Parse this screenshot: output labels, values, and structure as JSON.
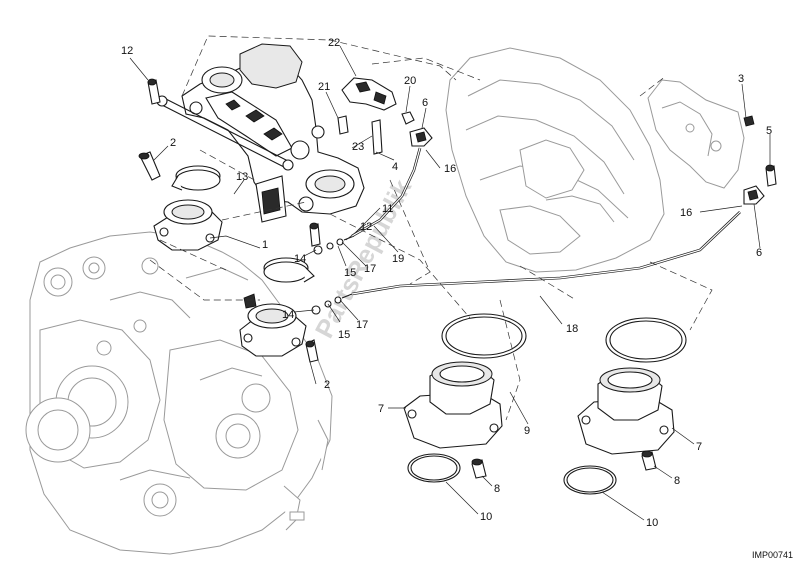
{
  "diagram_code": "IMP00741",
  "watermark": "PartsRepublik",
  "callouts": {
    "c1": "1",
    "c2a": "2",
    "c2b": "2",
    "c3": "3",
    "c4": "4",
    "c5": "5",
    "c6a": "6",
    "c6b": "6",
    "c7a": "7",
    "c7b": "7",
    "c8a": "8",
    "c8b": "8",
    "c9": "9",
    "c10a": "10",
    "c10b": "10",
    "c11": "11",
    "c12a": "12",
    "c12b": "12",
    "c13": "13",
    "c14a": "14",
    "c14b": "14",
    "c15a": "15",
    "c15b": "15",
    "c16a": "16",
    "c16b": "16",
    "c17a": "17",
    "c17b": "17",
    "c18": "18",
    "c19": "19",
    "c20": "20",
    "c21": "21",
    "c22": "22",
    "c23": "23"
  }
}
